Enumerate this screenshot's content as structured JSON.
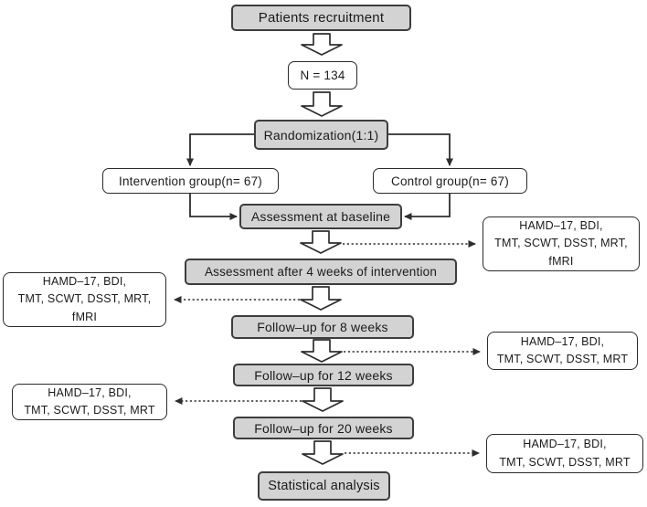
{
  "figure": {
    "background": "#ffffff",
    "colors": {
      "stage_box_fill": "#d3d3d3",
      "stage_box_border": "#3d3d3d",
      "plain_box_fill": "#ffffff",
      "plain_box_border": "#2b2b2b",
      "connector": "#2e2e2e",
      "text": "#1b1b1b"
    },
    "nodes": {
      "patients_recruitment": "Patients recruitment",
      "sample_size": "N = 134",
      "randomization": "Randomization(1:1)",
      "intervention_group": "Intervention group(n= 67)",
      "control_group": "Control group(n= 67)",
      "baseline_assessment": "Assessment at baseline",
      "week4_assessment": "Assessment after 4 weeks of intervention",
      "followup_8_weeks": "Follow–up for 8 weeks",
      "followup_12_weeks": "Follow–up for 12 weeks",
      "followup_20_weeks": "Follow–up for 20 weeks",
      "statistical_analysis": "Statistical analysis",
      "measures_baseline_right": "HAMD–17, BDI,\nTMT, SCWT, DSST, MRT,\nfMRI",
      "measures_week4_left": "HAMD–17, BDI,\nTMT, SCWT, DSST, MRT,\nfMRI",
      "measures_8w_right": "HAMD–17, BDI,\nTMT, SCWT, DSST, MRT",
      "measures_12w_left": "HAMD–17, BDI,\nTMT, SCWT, DSST, MRT",
      "measures_20w_right": "HAMD–17, BDI,\nTMT, SCWT, DSST, MRT"
    }
  }
}
